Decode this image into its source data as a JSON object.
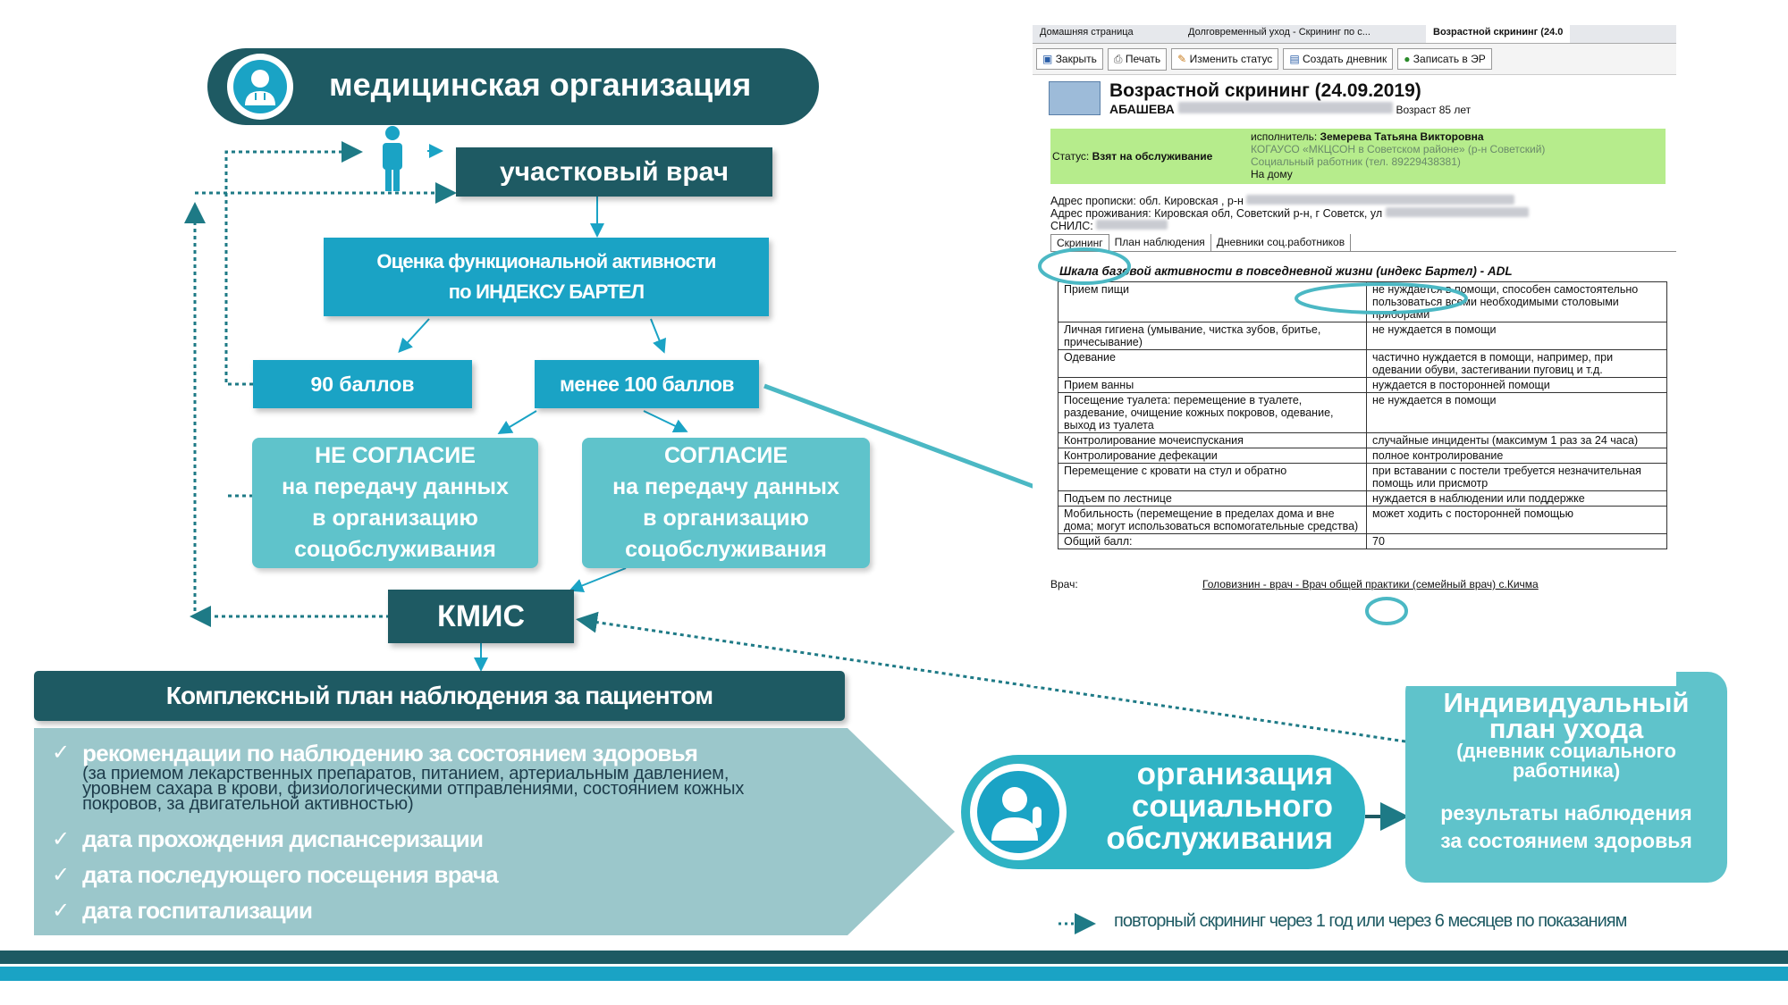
{
  "header": {
    "title": "медицинская организация"
  },
  "doctor": {
    "label": "участковый врач"
  },
  "assessment": {
    "line1": "Оценка функциональной активности",
    "line2": "по ИНДЕКСУ БАРТЕЛ"
  },
  "score90": {
    "label": "90 баллов"
  },
  "scoreLess": {
    "label": "менее 100  баллов"
  },
  "noConsent": {
    "line1": "НЕ СОГЛАСИЕ",
    "line2": "на передачу данных",
    "line3": "в организацию",
    "line4": "соцобслуживания"
  },
  "consent": {
    "line1": "СОГЛАСИЕ",
    "line2": "на передачу данных",
    "line3": "в организацию",
    "line4": "соцобслуживания"
  },
  "kmis": {
    "label": "КМИС"
  },
  "plan": {
    "title": "Комплексный план наблюдения за пациентом",
    "items": [
      "рекомендации  по наблюдению за состоянием здоровья",
      "дата прохождения диспансеризации",
      "дата последующего посещения врача",
      "дата госпитализации"
    ],
    "item1_detail": [
      "(за приемом лекарственных препаратов, питанием, артериальным  давлением,",
      "уровнем  сахара  в крови, физиологическими отправлениями, состоянием кожных",
      "покровов, за двигательной активностью)"
    ]
  },
  "socialOrg": {
    "line1": "организация",
    "line2": "социального",
    "line3": "обслуживания"
  },
  "individualPlan": {
    "title1": "Индивидуальный",
    "title2": "план ухода",
    "sub1": "(дневник социального",
    "sub2": "работника)",
    "res1": "результаты наблюдения",
    "res2": "за состоянием здоровья"
  },
  "legend": {
    "text": "повторный скрининг через 1 год или через 6 месяцев по показаниям"
  },
  "screenshot": {
    "tabs": [
      "Домашняя страница",
      "Долговременный уход - Скрининг по с...",
      "Возрастной скрининг (24.0"
    ],
    "toolbar": [
      "Закрыть",
      "Печать",
      "Изменить статус",
      "Создать дневник",
      "Записать в ЭР"
    ],
    "title": "Возрастной скрининг (24.09.2019)",
    "patient": "АБАШЕВА",
    "age": "Возраст 85 лет",
    "status_label": "Статус:",
    "status_value": "Взят на обслуживание",
    "executor_label": "исполнитель:",
    "executor_name": "Земерева Татьяна Викторовна",
    "org": "КОГАУСО «МКЦСОН в Советском районе»  (р-н Советский)",
    "role": "Социальный работник  (тел. 89229438381)",
    "at_home": "На дому",
    "addr1": "Адрес прописки: обл. Кировская , р-н",
    "addr2": "Адрес проживания: Кировская обл, Советский р-н, г Советск, ул",
    "snils": "СНИЛС:",
    "subtabs": [
      "Скрининг",
      "План наблюдения",
      "Дневники соц.работников"
    ],
    "scale_title": "Шкала базовой активности в повседневной жизни (индекс Бартел) - ADL",
    "rows": [
      [
        "Прием пищи",
        "не нуждается в помощи, способен самостоятельно пользоваться всеми необходимыми столовыми приборами"
      ],
      [
        "Личная гигиена (умывание, чистка зубов, бритье, причесывание)",
        "не нуждается в помощи"
      ],
      [
        "Одевание",
        "частично нуждается в помощи, например, при одевании обуви, застегивании пуговиц и т.д."
      ],
      [
        "Прием ванны",
        "нуждается в посторонней помощи"
      ],
      [
        "Посещение туалета: перемещение в туалете, раздевание, очищение кожных покровов, одевание, выход из туалета",
        "не нуждается в помощи"
      ],
      [
        "Контролирование мочеиспускания",
        "случайные инциденты (максимум 1 раз за 24 часа)"
      ],
      [
        "Контролирование дефекации",
        "полное контролирование"
      ],
      [
        "Перемещение с кровати на стул и обратно",
        "при вставании с постели требуется незначительная помощь или присмотр"
      ],
      [
        "Подъем по лестнице",
        "нуждается в наблюдении или поддержке"
      ],
      [
        "Мобильность (перемещение в пределах дома и вне дома; могут использоваться вспомогательные средства)",
        "может ходить с посторонней помощью"
      ],
      [
        "Общий балл:",
        "70"
      ]
    ],
    "doctor_label": "Врач:",
    "doctor_value": "Головизнин - врач - Врач общей практики (семейный врач) с.Кичма"
  },
  "colors": {
    "dark": "#1e5a63",
    "teal": "#1aa3c5",
    "soft": "#5fc3cb",
    "plan_bg": "#9bc7cb",
    "arrow": "#4bb8c4"
  }
}
